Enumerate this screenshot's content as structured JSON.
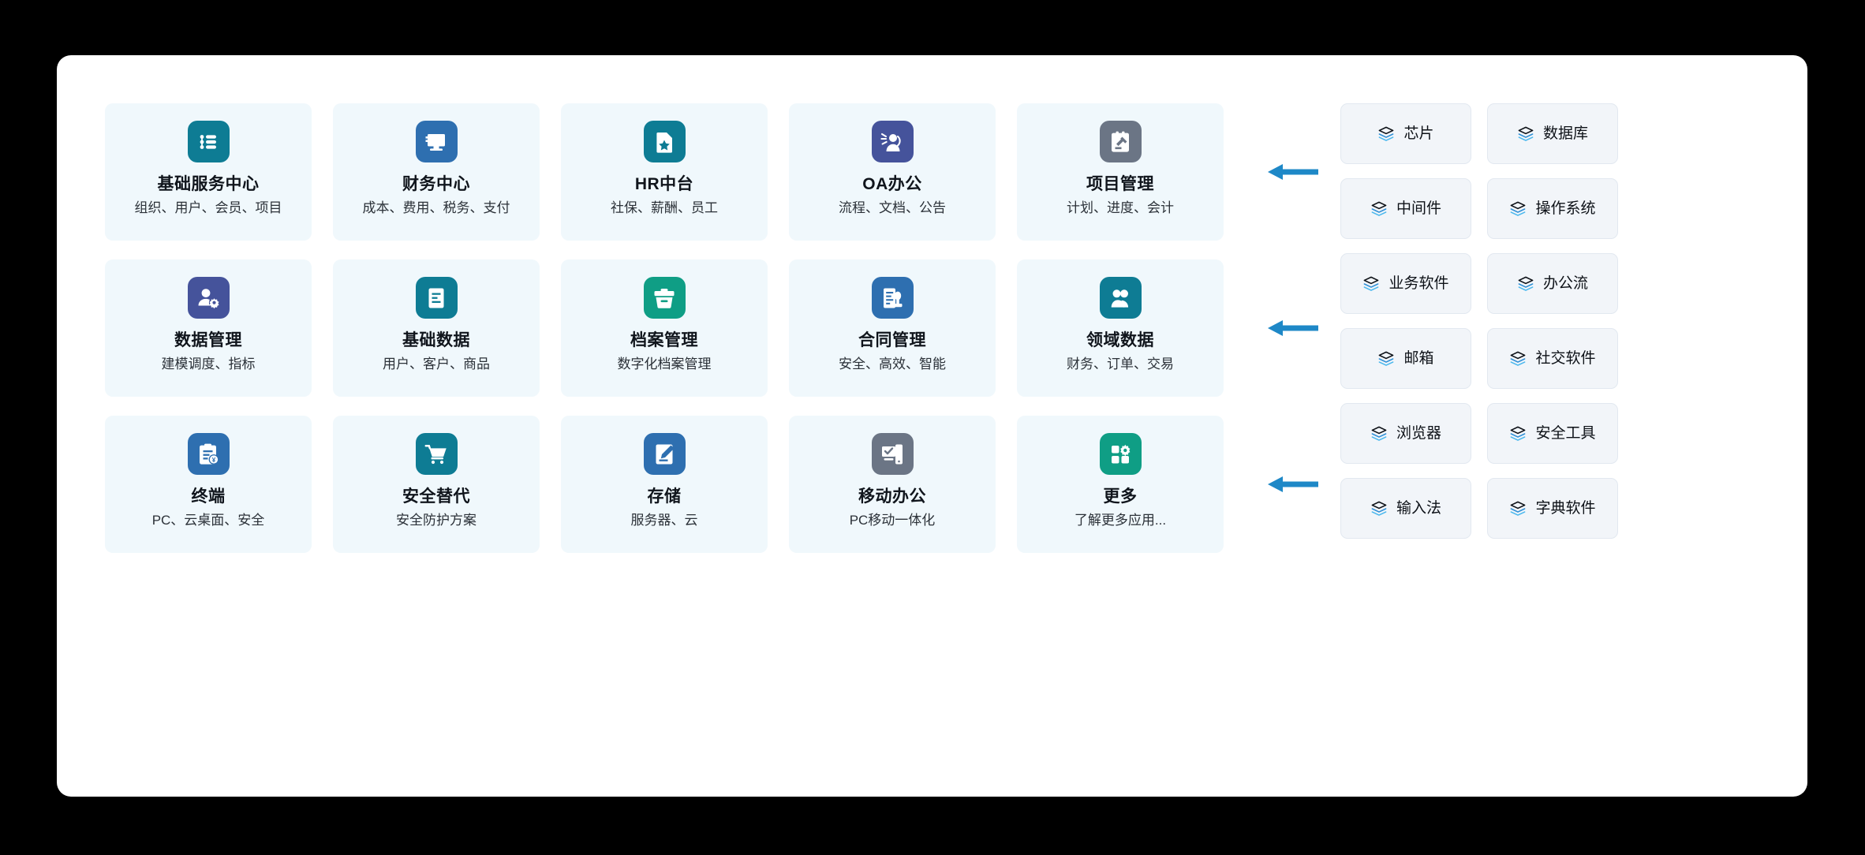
{
  "theme": {
    "page_background": "#000000",
    "panel_background": "#ffffff",
    "app_card_background": "#f0f8fc",
    "tag_card_background": "#f2f5f9",
    "tag_card_border": "#e2e8f0",
    "arrow_color": "#1e88c7",
    "icon_teal": "#0e7c94",
    "icon_blue": "#2e6fb0",
    "icon_indigo": "#45539b",
    "icon_green": "#0f9e85",
    "icon_slate": "#6b7585"
  },
  "apps": [
    {
      "title": "基础服务中心",
      "desc": "组织、用户、会员、项目",
      "icon": "list-outline-icon",
      "color": "#0e7c94"
    },
    {
      "title": "财务中心",
      "desc": "成本、费用、税务、支付",
      "icon": "monitor-icon",
      "color": "#2e6fb0"
    },
    {
      "title": "HR中台",
      "desc": "社保、薪酬、员工",
      "icon": "document-star-icon",
      "color": "#0e7c94"
    },
    {
      "title": "OA办公",
      "desc": "流程、文档、公告",
      "icon": "announce-person-icon",
      "color": "#45539b"
    },
    {
      "title": "项目管理",
      "desc": "计划、进度、会计",
      "icon": "clipboard-gavel-icon",
      "color": "#6b7585"
    },
    {
      "title": "数据管理",
      "desc": "建模调度、指标",
      "icon": "person-gear-icon",
      "color": "#45539b"
    },
    {
      "title": "基础数据",
      "desc": "用户、客户、商品",
      "icon": "document-lines-icon",
      "color": "#0e7c94"
    },
    {
      "title": "档案管理",
      "desc": "数字化档案管理",
      "icon": "archive-box-icon",
      "color": "#0f9e85"
    },
    {
      "title": "合同管理",
      "desc": "安全、高效、智能",
      "icon": "contract-stamp-icon",
      "color": "#2e6fb0"
    },
    {
      "title": "领域数据",
      "desc": "财务、订单、交易",
      "icon": "users-icon",
      "color": "#0e7c94"
    },
    {
      "title": "终端",
      "desc": "PC、云桌面、安全",
      "icon": "clipboard-yuan-icon",
      "color": "#2e6fb0"
    },
    {
      "title": "安全替代",
      "desc": "安全防护方案",
      "icon": "shopping-cart-icon",
      "color": "#0e7c94"
    },
    {
      "title": "存储",
      "desc": "服务器、云",
      "icon": "document-pen-icon",
      "color": "#2e6fb0"
    },
    {
      "title": "移动办公",
      "desc": "PC移动一体化",
      "icon": "devices-icon",
      "color": "#6b7585"
    },
    {
      "title": "更多",
      "desc": "了解更多应用...",
      "icon": "grid-gear-icon",
      "color": "#0f9e85"
    }
  ],
  "arrows": [
    {
      "name": "arrow-row-1",
      "direction": "left"
    },
    {
      "name": "arrow-row-2",
      "direction": "left"
    },
    {
      "name": "arrow-row-3",
      "direction": "left"
    }
  ],
  "tags": [
    {
      "label": "芯片",
      "icon": "layers-icon"
    },
    {
      "label": "数据库",
      "icon": "layers-icon"
    },
    {
      "label": "中间件",
      "icon": "layers-icon"
    },
    {
      "label": "操作系统",
      "icon": "layers-icon"
    },
    {
      "label": "业务软件",
      "icon": "layers-icon"
    },
    {
      "label": "办公流",
      "icon": "layers-icon"
    },
    {
      "label": "邮箱",
      "icon": "layers-icon"
    },
    {
      "label": "社交软件",
      "icon": "layers-icon"
    },
    {
      "label": "浏览器",
      "icon": "layers-icon"
    },
    {
      "label": "安全工具",
      "icon": "layers-icon"
    },
    {
      "label": "输入法",
      "icon": "layers-icon"
    },
    {
      "label": "字典软件",
      "icon": "layers-icon"
    }
  ]
}
